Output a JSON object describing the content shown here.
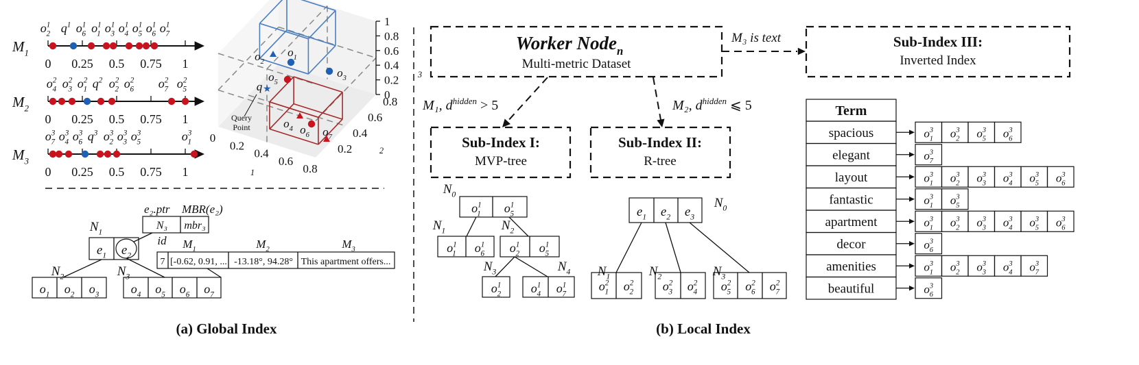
{
  "axes": {
    "M1": {
      "name": "M",
      "sub": "1",
      "ticks": [
        "0",
        "0.25",
        "0.5",
        "0.75",
        "1"
      ],
      "objects": [
        {
          "b": "o",
          "sub": "2",
          "sup": "1"
        },
        {
          "b": "q",
          "sup": "1"
        },
        {
          "b": "o",
          "sub": "6",
          "sup": "1"
        },
        {
          "b": "o",
          "sub": "1",
          "sup": "1"
        },
        {
          "b": "o",
          "sub": "3",
          "sup": "1"
        },
        {
          "b": "o",
          "sub": "4",
          "sup": "1"
        },
        {
          "b": "o",
          "sub": "5",
          "sup": "1"
        },
        {
          "b": "o",
          "sub": "6",
          "sup": "1"
        },
        {
          "b": "o",
          "sub": "7",
          "sup": "1"
        }
      ]
    },
    "M2": {
      "name": "M",
      "sub": "2",
      "ticks": [
        "0",
        "0.25",
        "0.5",
        "0.75",
        "1"
      ],
      "objects": [
        {
          "b": "o",
          "sub": "4",
          "sup": "2"
        },
        {
          "b": "o",
          "sub": "3",
          "sup": "2"
        },
        {
          "b": "o",
          "sub": "1",
          "sup": "2"
        },
        {
          "b": "q",
          "sup": "2"
        },
        {
          "b": "o",
          "sub": "2",
          "sup": "2"
        },
        {
          "b": "o",
          "sub": "6",
          "sup": "2"
        },
        {
          "b": "o",
          "sub": "7",
          "sup": "2"
        },
        {
          "b": "o",
          "sub": "5",
          "sup": "2"
        }
      ]
    },
    "M3": {
      "name": "M",
      "sub": "3",
      "ticks": [
        "0",
        "0.25",
        "0.5",
        "0.75",
        "1"
      ],
      "objects": [
        {
          "b": "o",
          "sub": "7",
          "sup": "3"
        },
        {
          "b": "o",
          "sub": "4",
          "sup": "3"
        },
        {
          "b": "o",
          "sub": "6",
          "sup": "3"
        },
        {
          "b": "q",
          "sup": "3"
        },
        {
          "b": "o",
          "sub": "2",
          "sup": "3"
        },
        {
          "b": "o",
          "sub": "3",
          "sup": "3"
        },
        {
          "b": "o",
          "sub": "5",
          "sup": "3"
        },
        {
          "b": "o",
          "sub": "1",
          "sup": "3"
        }
      ]
    }
  },
  "cube": {
    "z_ticks": [
      "0",
      "0.2",
      "0.4",
      "0.6",
      "0.8",
      "1"
    ],
    "y_ticks": [
      "0.2",
      "0.4",
      "0.6",
      "0.8"
    ],
    "x_ticks": [
      "0",
      "0.2",
      "0.4",
      "0.6",
      "0.8"
    ],
    "x_label": {
      "name": "M",
      "sub": "1"
    },
    "y_label": {
      "name": "M",
      "sub": "2"
    },
    "z_label": {
      "name": "M",
      "sub": "3"
    },
    "query_note": [
      "Query",
      "Point"
    ],
    "q_label": "q",
    "points": [
      {
        "b": "o",
        "sub": "2"
      },
      {
        "b": "o",
        "sub": "1"
      },
      {
        "b": "o",
        "sub": "3"
      },
      {
        "b": "o",
        "sub": "5"
      },
      {
        "b": "o",
        "sub": "4"
      },
      {
        "b": "o",
        "sub": "6"
      },
      {
        "b": "o",
        "sub": "7"
      }
    ]
  },
  "global_tree": {
    "N1_label": {
      "b": "N",
      "sub": "1"
    },
    "N2_label": {
      "b": "N",
      "sub": "2"
    },
    "N3_label": {
      "b": "N",
      "sub": "3"
    },
    "root_entries": [
      {
        "b": "e",
        "sub": "1"
      },
      {
        "b": "e",
        "sub": "2"
      }
    ],
    "ptr_header": "e₂.ptr",
    "mbr_header": "MBR(e₂)",
    "ptr_cells": [
      "N₃",
      "mbr₃"
    ],
    "n2_leaves": [
      {
        "b": "o",
        "sub": "1"
      },
      {
        "b": "o",
        "sub": "2"
      },
      {
        "b": "o",
        "sub": "3"
      }
    ],
    "n3_leaves": [
      {
        "b": "o",
        "sub": "4"
      },
      {
        "b": "o",
        "sub": "5"
      },
      {
        "b": "o",
        "sub": "6"
      },
      {
        "b": "o",
        "sub": "7"
      }
    ],
    "record_headers": {
      "id": "id",
      "M1": {
        "b": "M",
        "sub": "1"
      },
      "M2": {
        "b": "M",
        "sub": "2"
      },
      "M3": {
        "b": "M",
        "sub": "3"
      }
    },
    "record_cells": [
      "7",
      "[-0.62, 0.91, ...",
      "-13.18°, 94.28°",
      "This apartment offers..."
    ]
  },
  "caption_a": "(a) Global Index",
  "caption_b": "(b) Local Index",
  "worker": {
    "title": "Worker Node",
    "sub": "n",
    "subtitle": "Multi-metric Dataset"
  },
  "edge_text": {
    "m3": "M₃ is text",
    "left_metric": "M₁,",
    "left_d": "d",
    "hidden": "hidden",
    "left_op": "> 5",
    "right_metric": "M₂,",
    "right_op": "⩽ 5"
  },
  "sub1": {
    "title": "Sub-Index I:",
    "subtitle": "MVP-tree"
  },
  "sub2": {
    "title": "Sub-Index II:",
    "subtitle": "R-tree"
  },
  "sub3": {
    "title": "Sub-Index III:",
    "subtitle": "Inverted Index"
  },
  "mvp": {
    "N0": {
      "b": "N",
      "sub": "0"
    },
    "N1": {
      "b": "N",
      "sub": "1"
    },
    "N2": {
      "b": "N",
      "sub": "2"
    },
    "N3": {
      "b": "N",
      "sub": "3"
    },
    "N4": {
      "b": "N",
      "sub": "4"
    },
    "root": [
      {
        "b": "o",
        "sub": "1",
        "sup": "1"
      },
      {
        "b": "o",
        "sub": "5",
        "sup": "1"
      }
    ],
    "n1": [
      {
        "b": "o",
        "sub": "1",
        "sup": "1"
      },
      {
        "b": "o",
        "sub": "6",
        "sup": "1"
      }
    ],
    "n2": [
      {
        "b": "o",
        "sub": "2",
        "sup": "1"
      },
      {
        "b": "o",
        "sub": "5",
        "sup": "1"
      }
    ],
    "n3": [
      {
        "b": "o",
        "sub": "2",
        "sup": "1"
      }
    ],
    "n4": [
      {
        "b": "o",
        "sub": "4",
        "sup": "1"
      },
      {
        "b": "o",
        "sub": "7",
        "sup": "1"
      }
    ]
  },
  "rtree": {
    "N0": {
      "b": "N",
      "sub": "0"
    },
    "N1": {
      "b": "N",
      "sub": "1"
    },
    "N2": {
      "b": "N",
      "sub": "2"
    },
    "N3": {
      "b": "N",
      "sub": "3"
    },
    "root": [
      {
        "b": "e",
        "sub": "1"
      },
      {
        "b": "e",
        "sub": "2"
      },
      {
        "b": "e",
        "sub": "3"
      }
    ],
    "n1": [
      {
        "b": "o",
        "sub": "1",
        "sup": "2"
      },
      {
        "b": "o",
        "sub": "2",
        "sup": "2"
      }
    ],
    "n2": [
      {
        "b": "o",
        "sub": "3",
        "sup": "2"
      },
      {
        "b": "o",
        "sub": "4",
        "sup": "2"
      }
    ],
    "n3": [
      {
        "b": "o",
        "sub": "5",
        "sup": "2"
      },
      {
        "b": "o",
        "sub": "6",
        "sup": "2"
      },
      {
        "b": "o",
        "sub": "7",
        "sup": "2"
      }
    ]
  },
  "inverted": {
    "header": "Term",
    "rows": [
      {
        "term": "spacious",
        "postings": [
          {
            "b": "o",
            "sub": "1",
            "sup": "3"
          },
          {
            "b": "o",
            "sub": "2",
            "sup": "3"
          },
          {
            "b": "o",
            "sub": "5",
            "sup": "3"
          },
          {
            "b": "o",
            "sub": "6",
            "sup": "3"
          }
        ]
      },
      {
        "term": "elegant",
        "postings": [
          {
            "b": "o",
            "sub": "7",
            "sup": "3"
          }
        ]
      },
      {
        "term": "layout",
        "postings": [
          {
            "b": "o",
            "sub": "1",
            "sup": "3"
          },
          {
            "b": "o",
            "sub": "2",
            "sup": "3"
          },
          {
            "b": "o",
            "sub": "3",
            "sup": "3"
          },
          {
            "b": "o",
            "sub": "4",
            "sup": "3"
          },
          {
            "b": "o",
            "sub": "5",
            "sup": "3"
          },
          {
            "b": "o",
            "sub": "6",
            "sup": "3"
          }
        ]
      },
      {
        "term": "fantastic",
        "postings": [
          {
            "b": "o",
            "sub": "1",
            "sup": "3"
          },
          {
            "b": "o",
            "sub": "5",
            "sup": "3"
          }
        ]
      },
      {
        "term": "apartment",
        "postings": [
          {
            "b": "o",
            "sub": "1",
            "sup": "3"
          },
          {
            "b": "o",
            "sub": "2",
            "sup": "3"
          },
          {
            "b": "o",
            "sub": "3",
            "sup": "3"
          },
          {
            "b": "o",
            "sub": "4",
            "sup": "3"
          },
          {
            "b": "o",
            "sub": "5",
            "sup": "3"
          },
          {
            "b": "o",
            "sub": "6",
            "sup": "3"
          }
        ]
      },
      {
        "term": "decor",
        "postings": [
          {
            "b": "o",
            "sub": "6",
            "sup": "3"
          }
        ]
      },
      {
        "term": "amenities",
        "postings": [
          {
            "b": "o",
            "sub": "1",
            "sup": "3"
          },
          {
            "b": "o",
            "sub": "2",
            "sup": "3"
          },
          {
            "b": "o",
            "sub": "3",
            "sup": "3"
          },
          {
            "b": "o",
            "sub": "4",
            "sup": "3"
          },
          {
            "b": "o",
            "sub": "7",
            "sup": "3"
          }
        ]
      },
      {
        "term": "beautiful",
        "postings": [
          {
            "b": "o",
            "sub": "6",
            "sup": "3"
          }
        ]
      }
    ]
  },
  "colors": {
    "object": "#c8141e",
    "query": "#1f5fb4",
    "cube_blue": "#4a7ebf",
    "cube_red": "#a52a2a",
    "line": "#111111"
  }
}
